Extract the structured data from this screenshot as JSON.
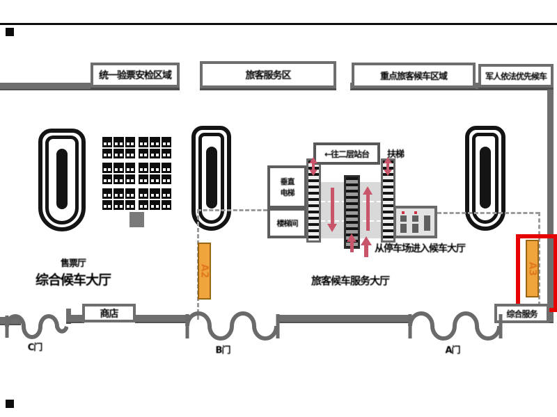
{
  "top_signs": [
    {
      "label": "统一验票安检区域"
    },
    {
      "label": "旅客服务区"
    },
    {
      "label": "重点旅客候车区域"
    },
    {
      "label": "军人依法优先候车"
    }
  ],
  "halls": {
    "left_room_line1": "售票厅",
    "left_room_line2": "综合候车大厅",
    "center_hall": "旅客候车服务大厅"
  },
  "stair_complex": {
    "platform_sign": "←往二层站台",
    "platform_side_note": "扶梯",
    "elevator_room_line1": "垂直",
    "elevator_room_line2": "电梯",
    "stair_room": "楼梯间",
    "arrival_note": "从停车场进入候车大厅"
  },
  "entrances": {
    "a2": "A2",
    "a3": "A3"
  },
  "rooms": {
    "bottom_left": "商店",
    "bottom_right": "综合服务"
  },
  "doors": [
    {
      "label": "C门"
    },
    {
      "label": "B门"
    },
    {
      "label": "A门"
    }
  ],
  "colors": {
    "wall": "#6e6e6e",
    "entrance_tag": "#f0a43c",
    "highlight_red": "#e60000",
    "arrow_red": "#c9556a"
  }
}
